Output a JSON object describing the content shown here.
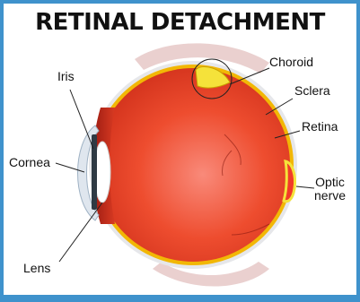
{
  "title": "RETINAL DETACHMENT",
  "labels": {
    "iris": "Iris",
    "cornea": "Cornea",
    "lens": "Lens",
    "choroid": "Choroid",
    "sclera": "Sclera",
    "retina": "Retina",
    "optic_nerve_line1": "Optic",
    "optic_nerve_line2": "nerve"
  },
  "colors": {
    "frame": "#3f92cc",
    "sclera": "#e6e7ea",
    "eyeball": "#ea4a2a",
    "retina": "#f2b705",
    "detachment": "#f5e23a",
    "optic_nerve": "#f23a2a"
  }
}
